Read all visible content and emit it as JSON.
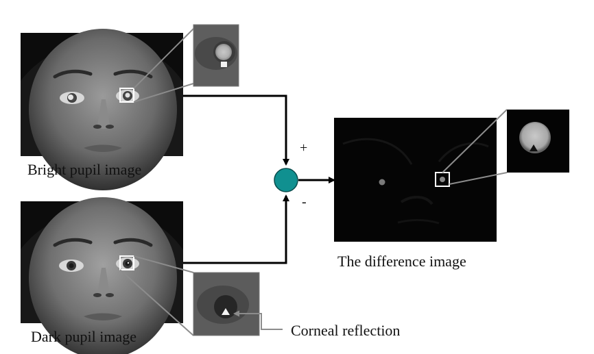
{
  "labels": {
    "bright_pupil": "Bright pupil image",
    "dark_pupil": "Dark pupil image",
    "difference": "The difference image",
    "corneal_reflection": "Corneal reflection",
    "plus": "+",
    "minus": "-"
  },
  "colors": {
    "subtract_node": "#109090",
    "arrow": "#000000",
    "leader_line": "#8c8c8c",
    "highlight_box": "#ffffff"
  },
  "icons": {
    "subtract_node": "circle-junction"
  }
}
